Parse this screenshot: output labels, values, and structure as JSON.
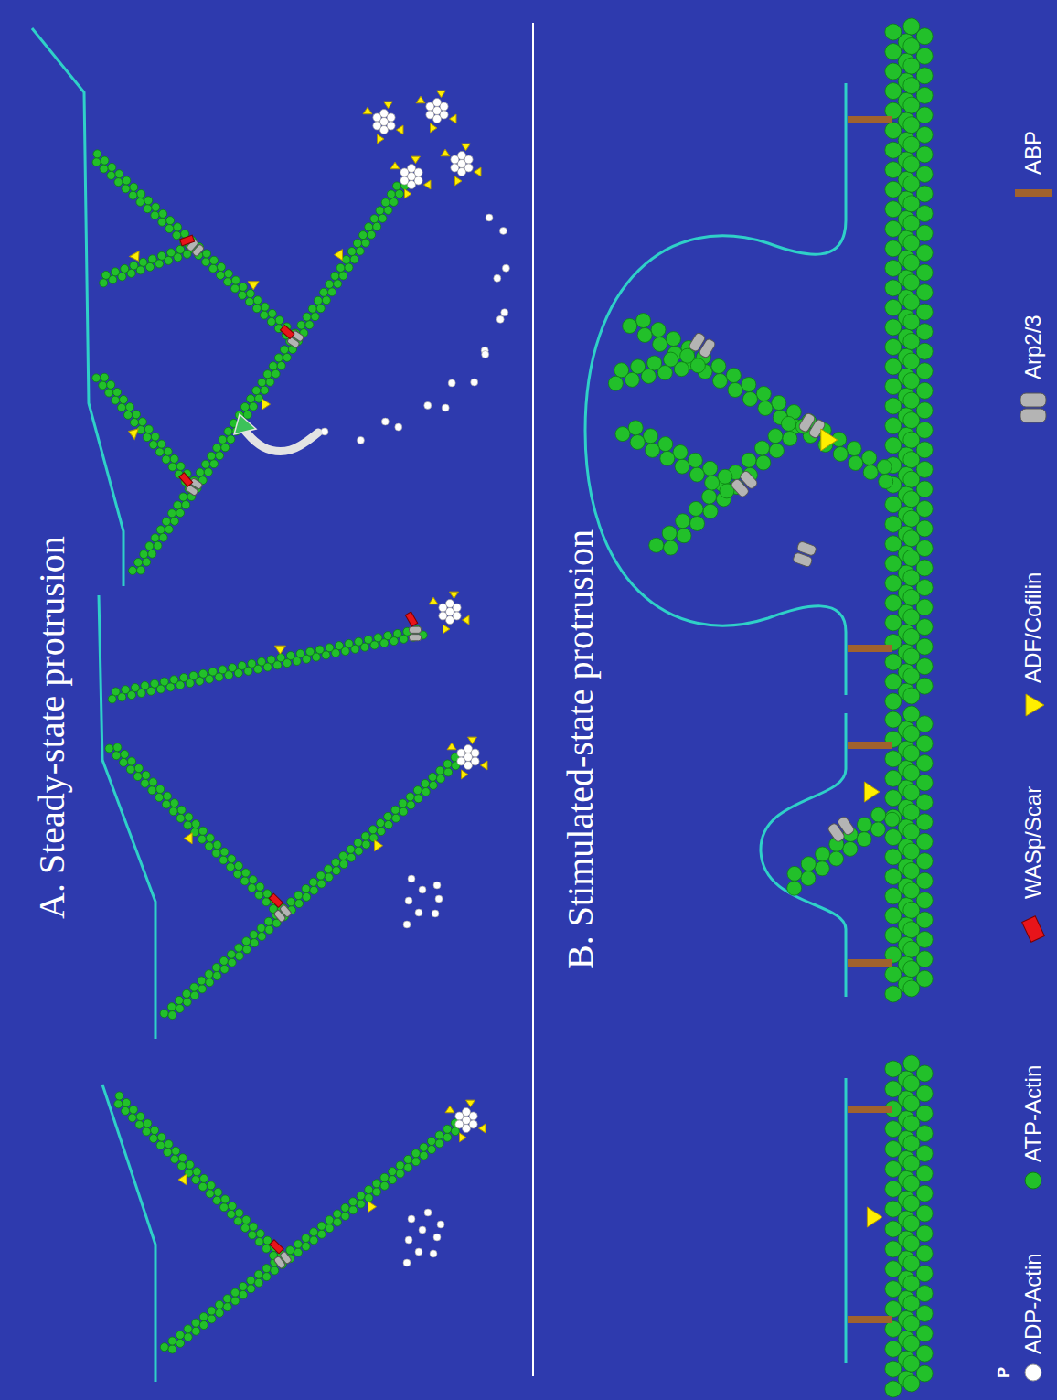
{
  "diagram": {
    "labels": [
      "A. Steady-state protrusion",
      "B. Stimulated-state protrusion",
      "P"
    ],
    "legend": [
      {
        "text": "ADP-Actin",
        "color": "#ffffff"
      },
      {
        "text": "ATP-Actin",
        "color": "#22c02a"
      },
      {
        "text": "WASp/Scar",
        "color": "#e8141a"
      },
      {
        "text": "ADF/Cofilin",
        "color": "#ffee00"
      },
      {
        "text": "Arp2/3",
        "color": "#b4b4b4"
      },
      {
        "text": "ABP",
        "color": "#a0622d"
      }
    ]
  }
}
